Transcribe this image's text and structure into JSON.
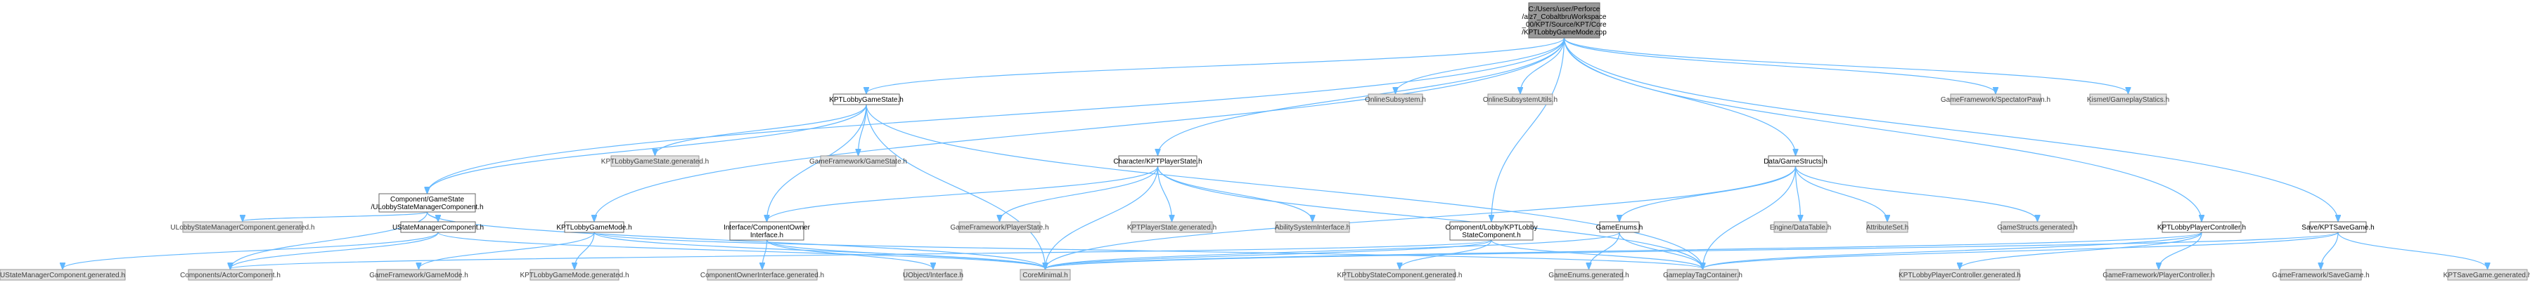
{
  "nodes": {
    "root": {
      "lines": [
        "C:/Users/user/Perforce",
        "/alz7_CobaltbruWorkspace",
        "_00/KPT/Source/KPT/Core",
        "/KPTLobbyGameMode.cpp"
      ]
    },
    "lobbyGameState": {
      "lines": [
        "KPTLobbyGameState.h"
      ]
    },
    "onlineSubsystem": {
      "lines": [
        "OnlineSubsystem.h"
      ]
    },
    "onlineSubsystemUtils": {
      "lines": [
        "OnlineSubsystemUtils.h"
      ]
    },
    "spectatorPawn": {
      "lines": [
        "GameFramework/SpectatorPawn.h"
      ]
    },
    "kismetStatics": {
      "lines": [
        "Kismet/GameplayStatics.h"
      ]
    },
    "lobbyStateManager": {
      "lines": [
        "Component/GameState",
        "/ULobbyStateManagerComponent.h"
      ]
    },
    "lobbyGameStateGen": {
      "lines": [
        "KPTLobbyGameState.generated.h"
      ]
    },
    "gameStateH": {
      "lines": [
        "GameFramework/GameState.h"
      ]
    },
    "kptPlayerState": {
      "lines": [
        "Character/KPTPlayerState.h"
      ]
    },
    "gameStructs": {
      "lines": [
        "Data/GameStructs.h"
      ]
    },
    "lobbyStateMgrGen": {
      "lines": [
        "ULobbyStateManagerComponent.generated.h"
      ]
    },
    "uStateManager": {
      "lines": [
        "UStateManagerComponent.h"
      ]
    },
    "lobbyGameModeH": {
      "lines": [
        "KPTLobbyGameMode.h"
      ]
    },
    "compOwnerIface": {
      "lines": [
        "Interface/ComponentOwner",
        "Interface.h"
      ]
    },
    "playerStateH": {
      "lines": [
        "GameFramework/PlayerState.h"
      ]
    },
    "kptPlayerStateGen": {
      "lines": [
        "KPTPlayerState.generated.h"
      ]
    },
    "abilitySysIface": {
      "lines": [
        "AbilitySystemInterface.h"
      ]
    },
    "lobbyStateComp": {
      "lines": [
        "Component/Lobby/KPTLobby",
        "StateComponent.h"
      ]
    },
    "gameEnums": {
      "lines": [
        "GameEnums.h"
      ]
    },
    "dataTable": {
      "lines": [
        "Engine/DataTable.h"
      ]
    },
    "attributeSet": {
      "lines": [
        "AttributeSet.h"
      ]
    },
    "gameStructsGen": {
      "lines": [
        "GameStructs.generated.h"
      ]
    },
    "lobbyPlayerCtrl": {
      "lines": [
        "KPTLobbyPlayerController.h"
      ]
    },
    "saveGame": {
      "lines": [
        "Save/KPTSaveGame.h"
      ]
    },
    "uStateMgrGen": {
      "lines": [
        "UStateManagerComponent.generated.h"
      ]
    },
    "actorComponent": {
      "lines": [
        "Components/ActorComponent.h"
      ]
    },
    "gameModeH": {
      "lines": [
        "GameFramework/GameMode.h"
      ]
    },
    "lobbyGameModeGen": {
      "lines": [
        "KPTLobbyGameMode.generated.h"
      ]
    },
    "compOwnerIfaceGen": {
      "lines": [
        "ComponentOwnerInterface.generated.h"
      ]
    },
    "uobjectIface": {
      "lines": [
        "UObject/Interface.h"
      ]
    },
    "coreMinimal": {
      "lines": [
        "CoreMinimal.h"
      ]
    },
    "lobbyStateCompGen": {
      "lines": [
        "KPTLobbyStateComponent.generated.h"
      ]
    },
    "gameEnumsGen": {
      "lines": [
        "GameEnums.generated.h"
      ]
    },
    "gameplayTagContainer": {
      "lines": [
        "GameplayTagContainer.h"
      ]
    },
    "lobbyPlayerCtrlGen": {
      "lines": [
        "KPTLobbyPlayerController.generated.h"
      ]
    },
    "playerControllerH": {
      "lines": [
        "GameFramework/PlayerController.h"
      ]
    },
    "saveGameH": {
      "lines": [
        "GameFramework/SaveGame.h"
      ]
    },
    "kptSaveGameGen": {
      "lines": [
        "KPTSaveGame.generated.h"
      ]
    }
  },
  "edges": [
    [
      "root",
      "lobbyGameState"
    ],
    [
      "root",
      "onlineSubsystem"
    ],
    [
      "root",
      "onlineSubsystemUtils"
    ],
    [
      "root",
      "spectatorPawn"
    ],
    [
      "root",
      "kismetStatics"
    ],
    [
      "root",
      "lobbyStateManager"
    ],
    [
      "root",
      "kptPlayerState"
    ],
    [
      "root",
      "gameStructs"
    ],
    [
      "root",
      "lobbyGameModeH"
    ],
    [
      "root",
      "lobbyStateComp"
    ],
    [
      "root",
      "lobbyPlayerCtrl"
    ],
    [
      "root",
      "saveGame"
    ],
    [
      "lobbyGameState",
      "lobbyStateManager"
    ],
    [
      "lobbyGameState",
      "lobbyGameStateGen"
    ],
    [
      "lobbyGameState",
      "gameStateH"
    ],
    [
      "lobbyGameState",
      "compOwnerIface"
    ],
    [
      "lobbyGameState",
      "coreMinimal"
    ],
    [
      "lobbyGameState",
      "gameplayTagContainer"
    ],
    [
      "lobbyStateManager",
      "lobbyStateMgrGen"
    ],
    [
      "lobbyStateManager",
      "uStateManager"
    ],
    [
      "lobbyStateManager",
      "actorComponent"
    ],
    [
      "lobbyStateManager",
      "coreMinimal"
    ],
    [
      "uStateManager",
      "uStateMgrGen"
    ],
    [
      "uStateManager",
      "actorComponent"
    ],
    [
      "uStateManager",
      "coreMinimal"
    ],
    [
      "lobbyGameModeH",
      "gameModeH"
    ],
    [
      "lobbyGameModeH",
      "lobbyGameModeGen"
    ],
    [
      "lobbyGameModeH",
      "coreMinimal"
    ],
    [
      "lobbyGameModeH",
      "gameplayTagContainer"
    ],
    [
      "kptPlayerState",
      "compOwnerIface"
    ],
    [
      "kptPlayerState",
      "playerStateH"
    ],
    [
      "kptPlayerState",
      "kptPlayerStateGen"
    ],
    [
      "kptPlayerState",
      "abilitySysIface"
    ],
    [
      "kptPlayerState",
      "coreMinimal"
    ],
    [
      "kptPlayerState",
      "gameplayTagContainer"
    ],
    [
      "compOwnerIface",
      "compOwnerIfaceGen"
    ],
    [
      "compOwnerIface",
      "uobjectIface"
    ],
    [
      "compOwnerIface",
      "coreMinimal"
    ],
    [
      "lobbyStateComp",
      "actorComponent"
    ],
    [
      "lobbyStateComp",
      "coreMinimal"
    ],
    [
      "lobbyStateComp",
      "lobbyStateCompGen"
    ],
    [
      "lobbyStateComp",
      "gameplayTagContainer"
    ],
    [
      "gameStructs",
      "gameEnums"
    ],
    [
      "gameStructs",
      "dataTable"
    ],
    [
      "gameStructs",
      "attributeSet"
    ],
    [
      "gameStructs",
      "gameStructsGen"
    ],
    [
      "gameStructs",
      "coreMinimal"
    ],
    [
      "gameStructs",
      "gameplayTagContainer"
    ],
    [
      "gameEnums",
      "coreMinimal"
    ],
    [
      "gameEnums",
      "gameEnumsGen"
    ],
    [
      "gameEnums",
      "gameplayTagContainer"
    ],
    [
      "lobbyPlayerCtrl",
      "coreMinimal"
    ],
    [
      "lobbyPlayerCtrl",
      "gameplayTagContainer"
    ],
    [
      "lobbyPlayerCtrl",
      "lobbyPlayerCtrlGen"
    ],
    [
      "lobbyPlayerCtrl",
      "playerControllerH"
    ],
    [
      "saveGame",
      "coreMinimal"
    ],
    [
      "saveGame",
      "gameplayTagContainer"
    ],
    [
      "saveGame",
      "saveGameH"
    ],
    [
      "saveGame",
      "kptSaveGameGen"
    ]
  ]
}
